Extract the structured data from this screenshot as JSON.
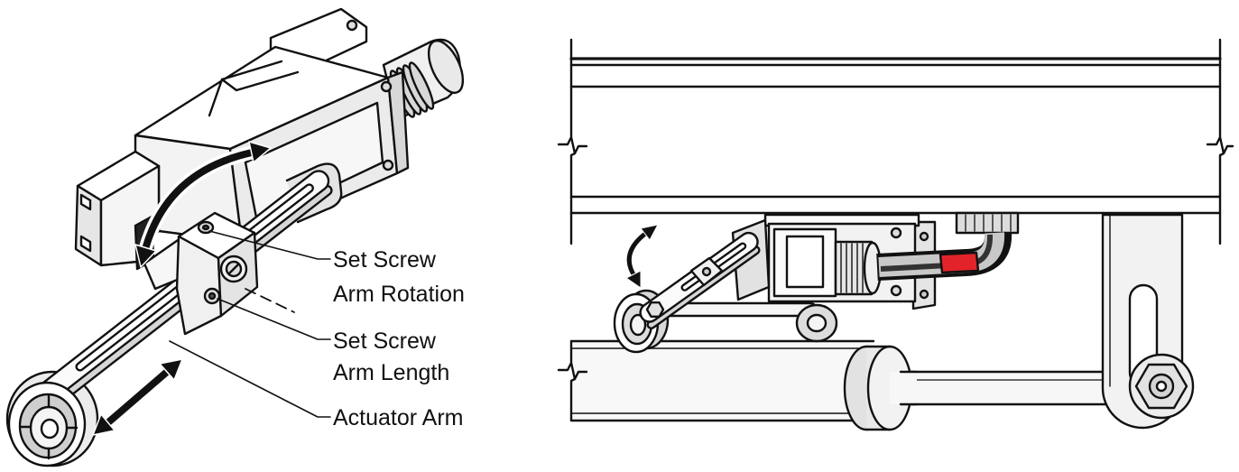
{
  "labels": {
    "set_screw_rotation": {
      "line1": "Set Screw",
      "line2": "Arm Rotation"
    },
    "set_screw_length": {
      "line1": "Set Screw",
      "line2": "Arm Length"
    },
    "actuator_arm": "Actuator Arm"
  },
  "colors": {
    "cable_sleeve": "#e3232a",
    "outline": "#111111"
  }
}
